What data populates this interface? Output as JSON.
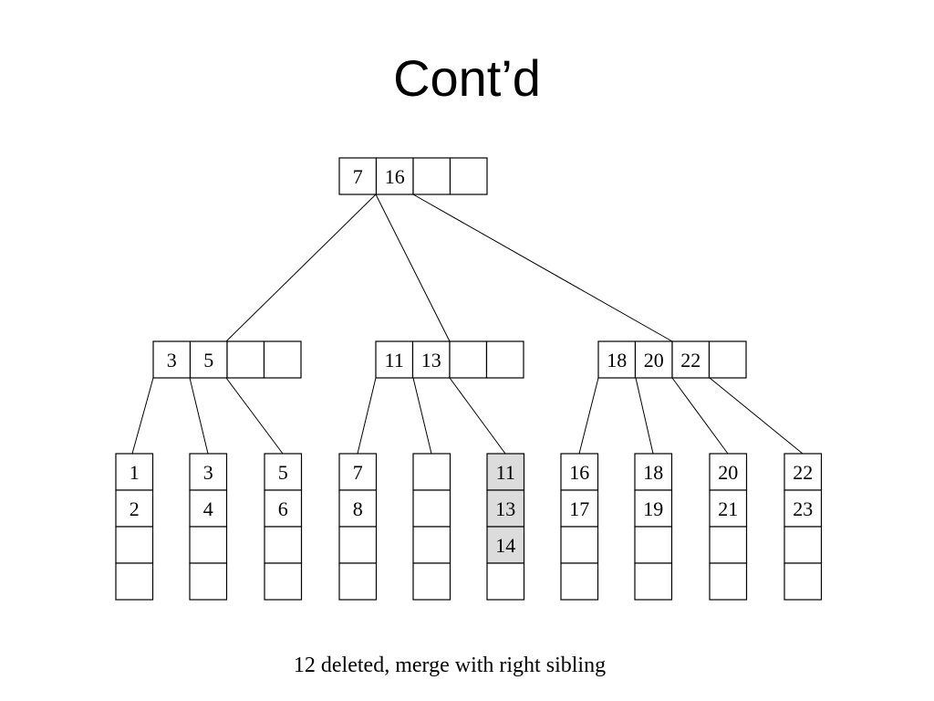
{
  "title": "Cont’d",
  "caption": "12 deleted, merge with right sibling",
  "highlight_color": "#dcdcdc",
  "tree": {
    "root": {
      "keys": [
        "7",
        "16",
        "",
        ""
      ]
    },
    "internal": [
      {
        "keys": [
          "3",
          "5",
          "",
          ""
        ]
      },
      {
        "keys": [
          "11",
          "13",
          "",
          ""
        ]
      },
      {
        "keys": [
          "18",
          "20",
          "22",
          ""
        ]
      }
    ],
    "leaves": [
      {
        "keys": [
          "1",
          "2",
          "",
          ""
        ],
        "highlighted": false
      },
      {
        "keys": [
          "3",
          "4",
          "",
          ""
        ],
        "highlighted": false
      },
      {
        "keys": [
          "5",
          "6",
          "",
          ""
        ],
        "highlighted": false
      },
      {
        "keys": [
          "7",
          "8",
          "",
          ""
        ],
        "highlighted": false
      },
      {
        "keys": [
          "",
          "",
          "",
          ""
        ],
        "highlighted": false
      },
      {
        "keys": [
          "11",
          "13",
          "14",
          ""
        ],
        "highlighted": true
      },
      {
        "keys": [
          "16",
          "17",
          "",
          ""
        ],
        "highlighted": false
      },
      {
        "keys": [
          "18",
          "19",
          "",
          ""
        ],
        "highlighted": false
      },
      {
        "keys": [
          "20",
          "21",
          "",
          ""
        ],
        "highlighted": false
      },
      {
        "keys": [
          "22",
          "23",
          "",
          ""
        ],
        "highlighted": false
      }
    ]
  }
}
